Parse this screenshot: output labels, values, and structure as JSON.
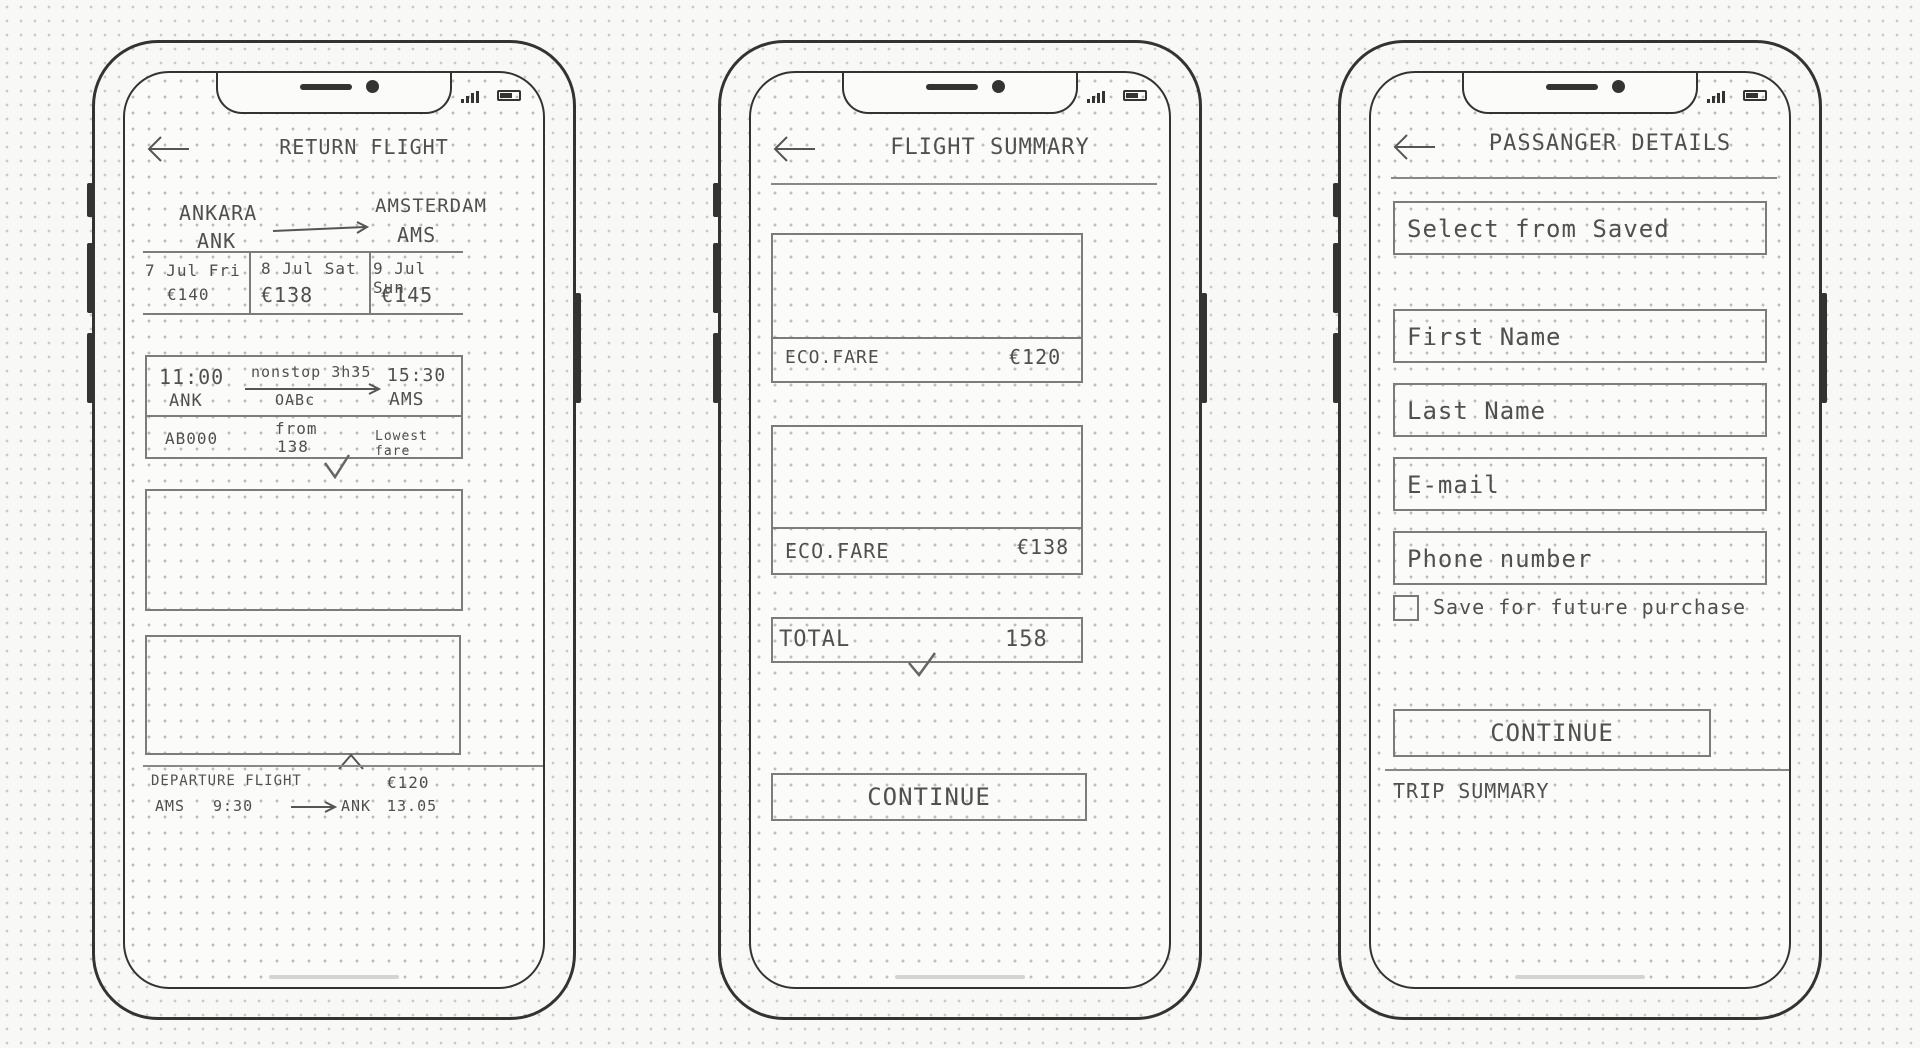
{
  "screens": {
    "return": {
      "title": "RETURN FLIGHT",
      "from_city": "ANKARA",
      "from_code": "ANK",
      "to_city": "AMSTERDAM",
      "to_code": "AMS",
      "dates": [
        {
          "date": "7 Jul Fri",
          "price": "€140"
        },
        {
          "date": "8 Jul Sat",
          "price": "€138"
        },
        {
          "date": "9 Jul Sun",
          "price": "€145"
        }
      ],
      "flight": {
        "depart_time": "11:00",
        "depart_code": "ANK",
        "duration": "nonstop 3h35",
        "flight_no": "OABc",
        "arrive_time": "15:30",
        "arrive_code": "AMS",
        "code": "AB000",
        "from_label": "from",
        "price": "138",
        "fare": "Lowest fare"
      },
      "departure": {
        "label": "DEPARTURE FLIGHT",
        "price": "€120",
        "from": "AMS",
        "time1": "9:30",
        "to": "ANK",
        "time2": "13.05"
      }
    },
    "summary": {
      "title": "FLIGHT SUMMARY",
      "fare1_label": "ECO.FARE",
      "fare1_price": "€120",
      "fare2_label": "ECO.FARE",
      "fare2_price": "€138",
      "total_label": "TOTAL",
      "total_value": "158",
      "continue": "CONTINUE"
    },
    "passenger": {
      "title": "PASSANGER DETAILS",
      "saved": "Select from Saved",
      "first_name": "First Name",
      "last_name": "Last Name",
      "email": "E-mail",
      "phone": "Phone number",
      "save_label": "Save for future purchase",
      "continue": "CONTINUE",
      "trip_summary": "TRIP SUMMARY"
    }
  },
  "icons": {
    "back": "arrow-left-icon",
    "check": "check-icon",
    "arrow": "arrow-right-icon",
    "expand": "chevron-up-icon"
  }
}
